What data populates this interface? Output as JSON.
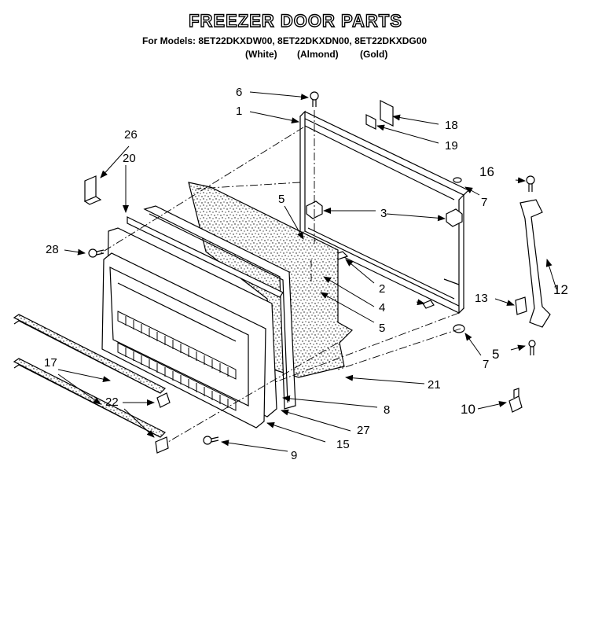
{
  "header": {
    "title": "FREEZER DOOR PARTS",
    "models": "For Models: 8ET22DKXDW00, 8ET22DKXDN00, 8ET22DKXDG00",
    "finishes": [
      "(White)",
      "(Almond)",
      "(Gold)"
    ]
  },
  "callouts": {
    "c1": "1",
    "c2": "2",
    "c3": "3",
    "c4": "4",
    "c5a": "5",
    "c5b": "5",
    "c5c": "5",
    "c6": "6",
    "c7a": "7",
    "c7b": "7",
    "c8": "8",
    "c9": "9",
    "c10": "10",
    "c12": "12",
    "c13": "13",
    "c15": "15",
    "c16": "16",
    "c17": "17",
    "c18": "18",
    "c19": "19",
    "c20": "20",
    "c21": "21",
    "c22": "22",
    "c26": "26",
    "c27": "27",
    "c28": "28"
  }
}
